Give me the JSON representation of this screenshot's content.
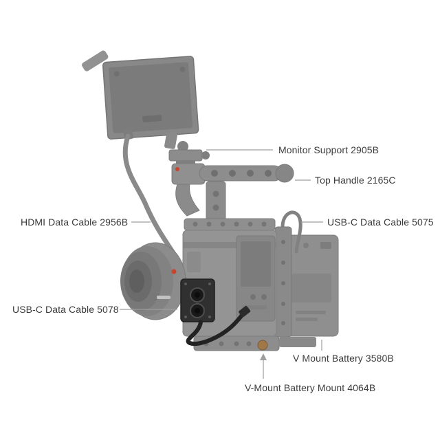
{
  "diagram": {
    "labels": {
      "monitor_support": "Monitor Support 2905B",
      "top_handle": "Top Handle 2165C",
      "hdmi_cable": "HDMI Data Cable 2956B",
      "usbc_cable_right": "USB-C Data Cable 5075",
      "usbc_cable_left": "USB-C Data Cable 5078",
      "v_mount_battery": "V Mount Battery 3580B",
      "v_mount_battery_mount": "V-Mount Battery Mount 4064B"
    },
    "colors": {
      "label_text": "#3c3c3c",
      "leader_line": "#9e9e9e",
      "highlight_dark": "#303030",
      "brand_red_dot": "#c8452c",
      "thumbscrew_bronze": "#a07848"
    }
  }
}
